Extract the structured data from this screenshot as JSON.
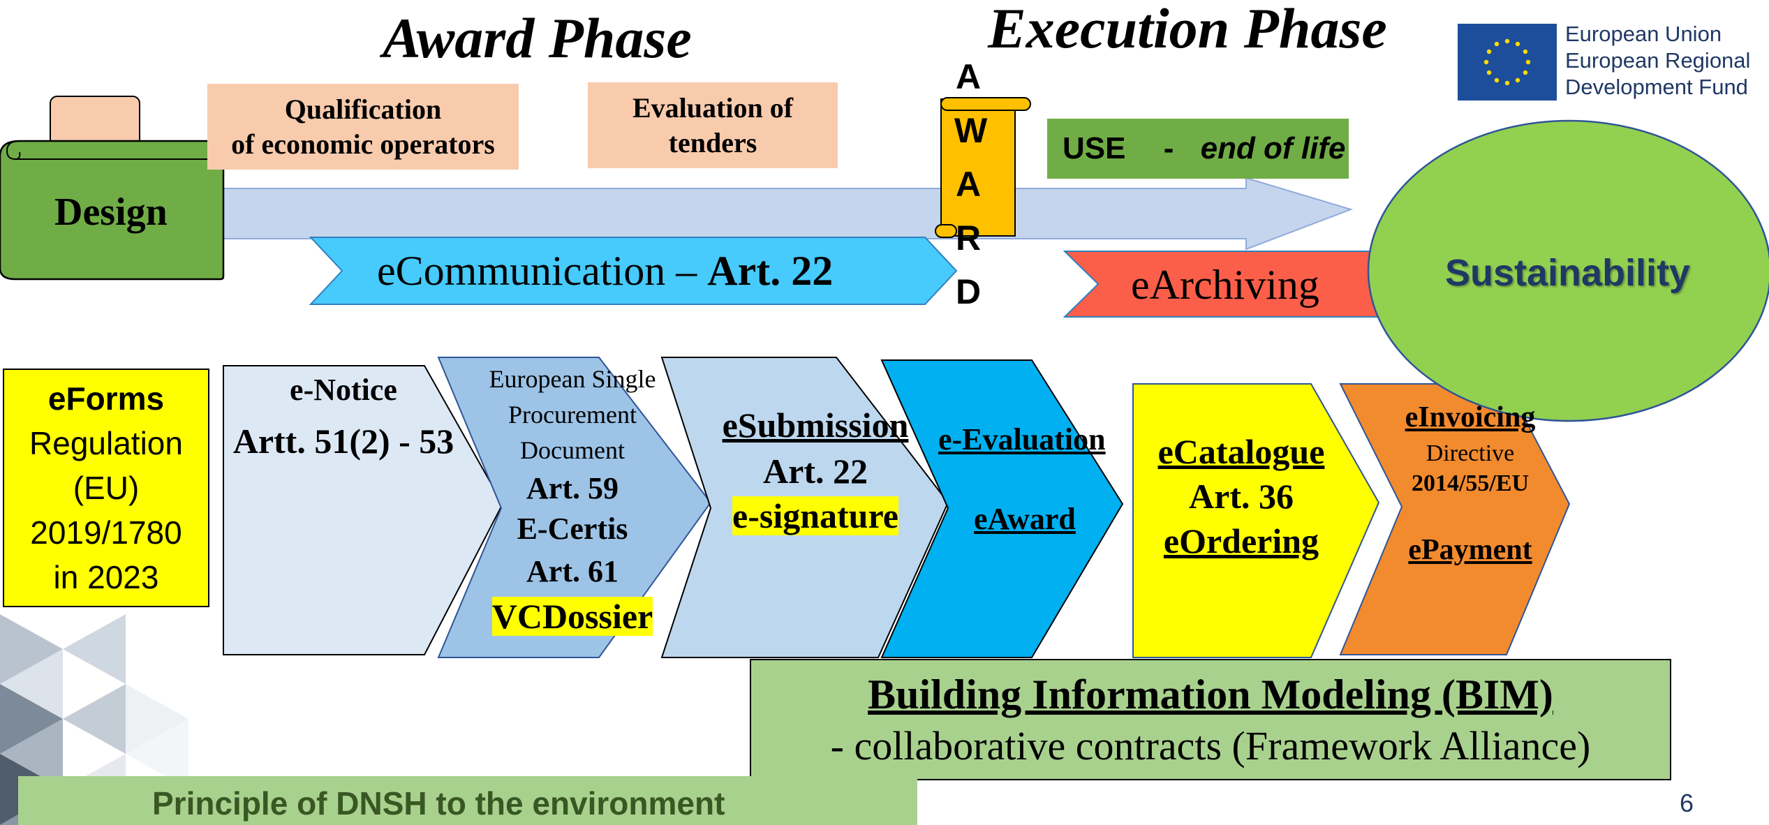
{
  "phases": {
    "award": "Award Phase",
    "execution": "Execution Phase"
  },
  "eu": {
    "line1": "European Union",
    "line2": "European Regional",
    "line3": "Development Fund"
  },
  "design": "Design",
  "qualification": {
    "line1": "Qualification",
    "line2": "of economic operators"
  },
  "evaluation": {
    "line1": "Evaluation of",
    "line2": "tenders"
  },
  "award_letters": [
    "A",
    "W",
    "A",
    "R",
    "D"
  ],
  "use": {
    "prefix": "USE",
    "dash": "-",
    "suffix": "end of life"
  },
  "ecommunication": {
    "text": "eCommunication – ",
    "art": "Art. 22"
  },
  "earchiving": "eArchiving",
  "sustainability": "Sustainability",
  "eforms": {
    "title": "eForms",
    "line1": "Regulation",
    "line2": "(EU)",
    "line3": "2019/1780",
    "line4": "in 2023"
  },
  "enotice": {
    "title": "e-Notice",
    "art": "Artt. 51(2) - 53"
  },
  "espd": {
    "line1": "European Single",
    "line2": "Procurement",
    "line3": "Document",
    "art59": "Art. 59",
    "ecertis": "E-Certis",
    "art61": "Art. 61",
    "vcd": "VCDossier"
  },
  "esubmission": {
    "title": "eSubmission",
    "art": "Art. 22",
    "sig": "e-signature"
  },
  "eevaluation": {
    "title": "e-Evaluation",
    "award": "eAward"
  },
  "ecatalogue": {
    "title": "eCatalogue",
    "art": "Art. 36",
    "ordering": "eOrdering"
  },
  "einvoicing": {
    "title": "eInvoicing",
    "directive": "Directive",
    "number": "2014/55/EU",
    "payment": "ePayment"
  },
  "bim": {
    "title": "Building Information Modeling (BIM)",
    "subtitle": "- collaborative contracts (Framework Alliance)"
  },
  "dnsh": "Principle of DNSH to the environment",
  "page_number": "6",
  "colors": {
    "design_green": "#70ad47",
    "arrow_blue": "#c5d5ed",
    "ecomm_blue": "#47cafc",
    "earch_red": "#fb5f49",
    "sustain_green": "#92d050",
    "sustain_text": "#1f3864",
    "yellow": "#ffff00",
    "light_chev": "#dde8f5",
    "mid_chev": "#9dc3e6",
    "chev3": "#bdd7ee",
    "chev4": "#00b0f0",
    "orange": "#f28a2e",
    "bim_green": "#a9d18e",
    "peach": "#f8cbad",
    "eu_blue": "#1d4e9b"
  }
}
